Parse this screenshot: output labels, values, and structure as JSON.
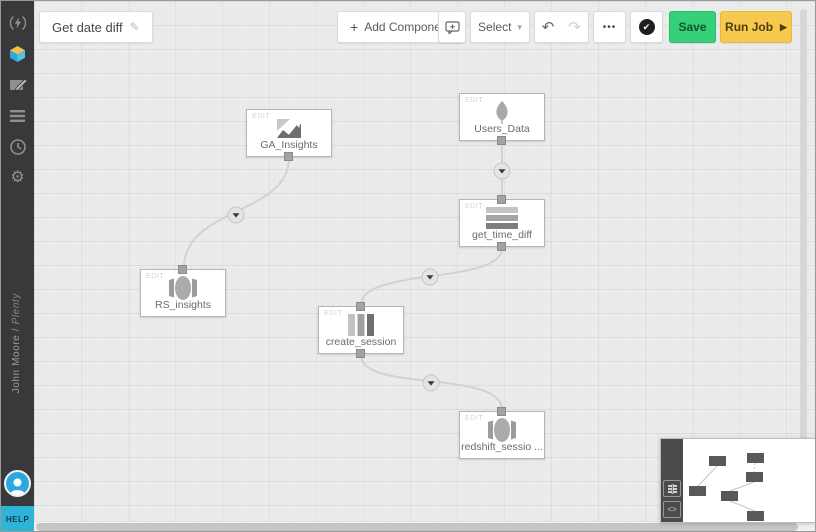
{
  "app": {
    "user_name": "John Moore /",
    "account_name": "Plenty",
    "help_label": "HELP"
  },
  "toolbar": {
    "title": "Get date diff",
    "add_component_plus": "+",
    "add_component": "Add Component",
    "select": "Select",
    "save": "Save",
    "run_job": "Run Job"
  },
  "icons": {
    "pencil": "✎",
    "caret_down": "▾",
    "undo": "↶",
    "redo": "↷",
    "more": "•••",
    "check": "✔",
    "play": "▶",
    "angle_brackets": "<>"
  },
  "nodes": {
    "ga_insights": {
      "badge": "EDIT",
      "label": "GA_Insights",
      "icon": "google-analytics-icon"
    },
    "users_data": {
      "badge": "EDIT",
      "label": "Users_Data",
      "icon": "mongodb-leaf-icon"
    },
    "get_time_diff": {
      "badge": "EDIT",
      "label": "get_time_diff",
      "icon": "select-fields-icon"
    },
    "rs_insights": {
      "badge": "EDIT",
      "label": "RS_insights",
      "icon": "redshift-database-icon"
    },
    "create_session": {
      "badge": "EDIT",
      "label": "create_session",
      "icon": "aggregate-columns-icon"
    },
    "redshift_session": {
      "badge": "EDIT",
      "label": "redshift_sessio ...",
      "icon": "redshift-database-icon"
    }
  },
  "edges": [
    {
      "from": "GA_Insights",
      "to": "RS_insights"
    },
    {
      "from": "Users_Data",
      "to": "get_time_diff"
    },
    {
      "from": "get_time_diff",
      "to": "create_session"
    },
    {
      "from": "create_session",
      "to": "redshift_sessio ..."
    }
  ],
  "colors": {
    "save_button": "#36d078",
    "run_job_button": "#f7c94e",
    "sidebar_bg": "#39393b",
    "help_bg": "#2fb4d8",
    "avatar_bg": "#2aa9e0",
    "canvas_bg": "#eaebeb",
    "node_border": "#b5b5b5",
    "edge_line": "#d2d2d2"
  }
}
